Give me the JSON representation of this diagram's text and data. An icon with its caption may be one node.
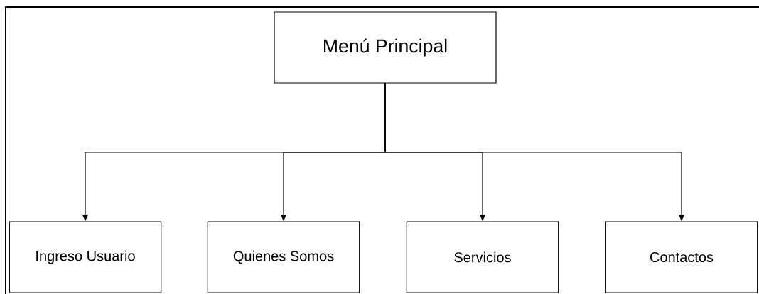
{
  "diagram": {
    "nodes": [
      {
        "text": [
          "Menú Principal"
        ]
      },
      {
        "text": [
          "Ingreso Usuario"
        ]
      },
      {
        "text": [
          "Quienes Somos"
        ]
      },
      {
        "text": [
          "Servicios"
        ]
      },
      {
        "text": [
          "Contactos"
        ]
      }
    ],
    "edges": [
      {
        "from": 0,
        "to": 1,
        "arrow": "to"
      },
      {
        "from": 0,
        "to": 2,
        "arrow": "to"
      },
      {
        "from": 0,
        "to": 3,
        "arrow": "to"
      },
      {
        "from": 0,
        "to": 4,
        "arrow": "to"
      }
    ]
  }
}
